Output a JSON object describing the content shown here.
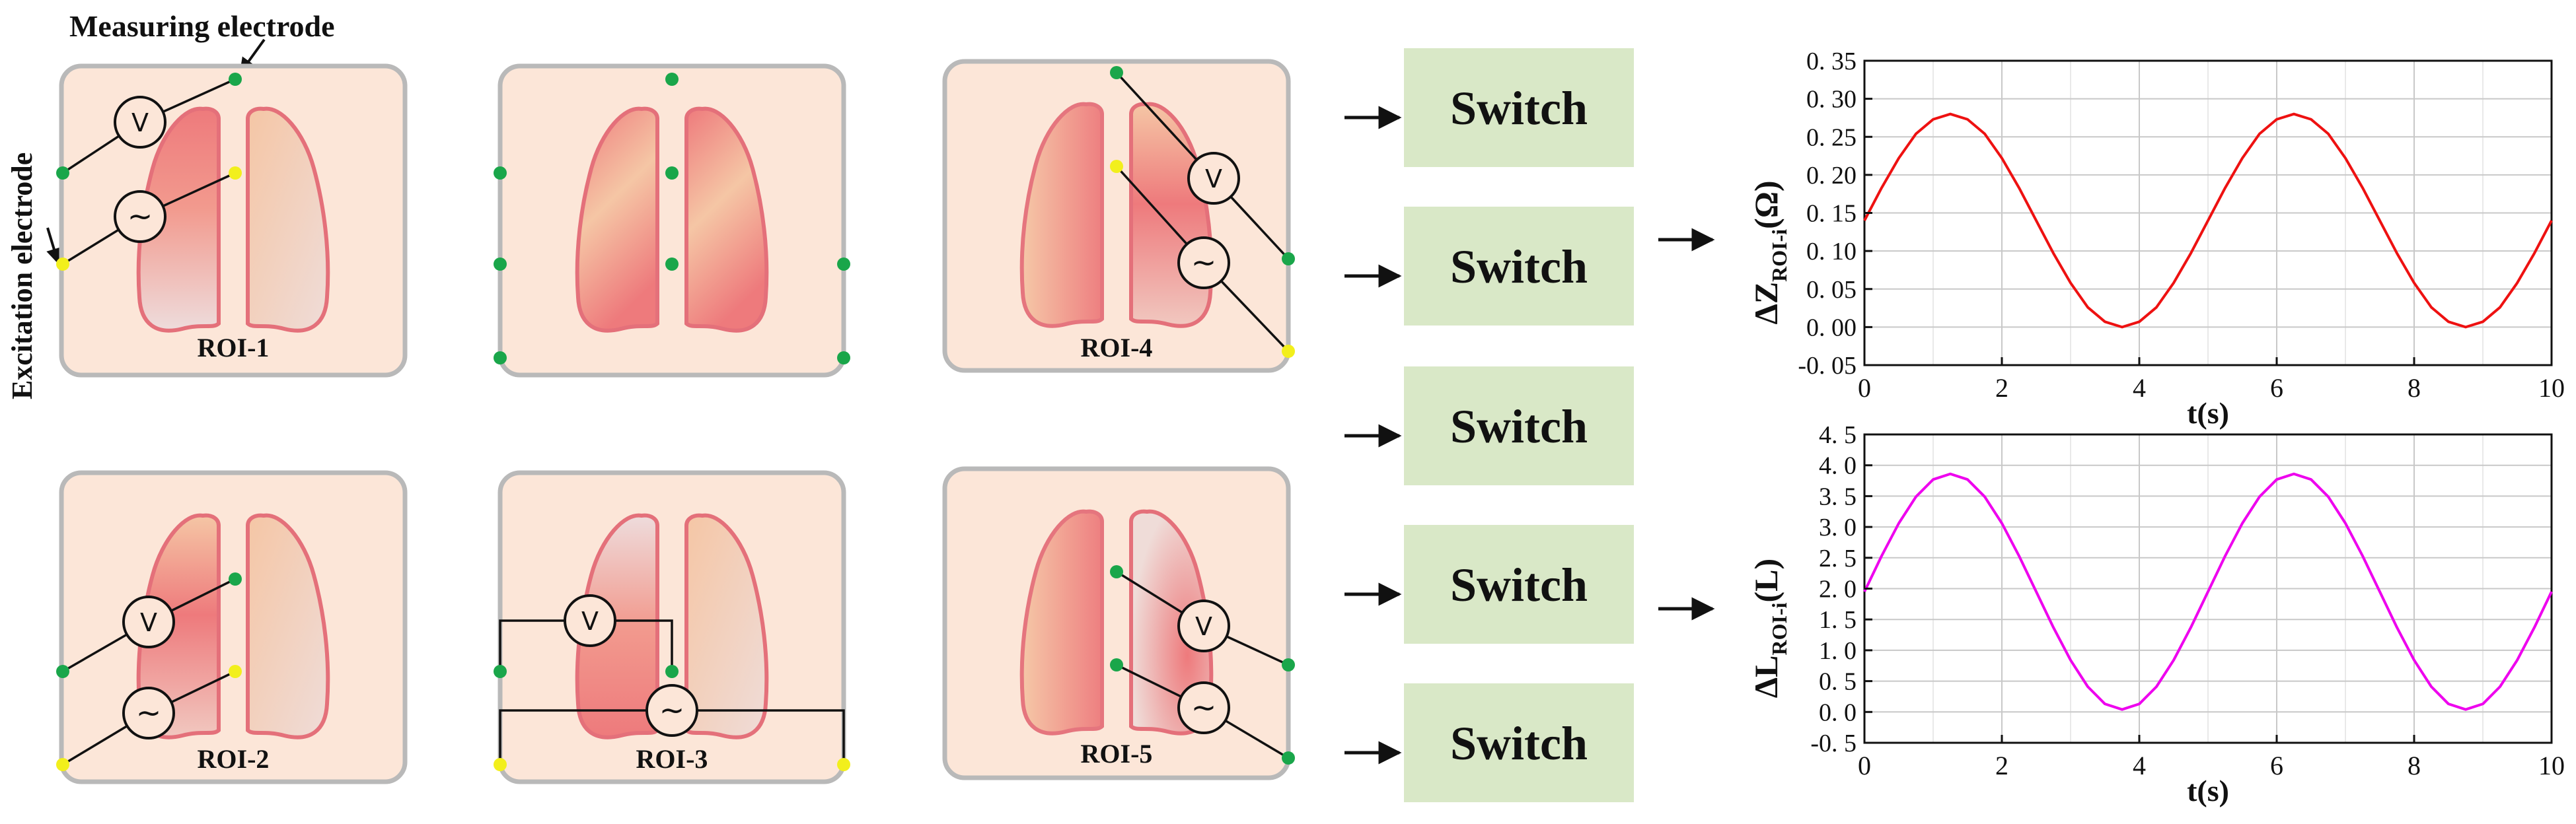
{
  "annotations": {
    "measuring_electrode": "Measuring electrode",
    "excitation_electrode": "Excitation electrode"
  },
  "rois": [
    {
      "label": "ROI-1"
    },
    {
      "label": "ROI-2"
    },
    {
      "label": "ROI-3"
    },
    {
      "label": "ROI-4"
    },
    {
      "label": "ROI-5"
    }
  ],
  "meters": {
    "voltmeter": "V",
    "source": "~"
  },
  "switches": [
    "Switch",
    "Switch",
    "Switch",
    "Switch",
    "Switch"
  ],
  "colors": {
    "panel_fill": "#fce6d8",
    "panel_border": "#b9b9b9",
    "lung_outline": "#e4707a",
    "lung_light": "#f5c6a5",
    "lung_dark": "#ee7a7c",
    "measuring_electrode": "#1aa64a",
    "excitation_electrode": "#f2ef1c",
    "switch_fill": "#d9e8c7",
    "impedance_line": "#ee1111",
    "volume_line": "#ee00ee"
  },
  "chart_data": [
    {
      "type": "line",
      "title": "",
      "xlabel": "t(s)",
      "ylabel_main": "ΔZ",
      "ylabel_sub": "ROI-i",
      "ylabel_unit": "(Ω)",
      "xlim": [
        0,
        10
      ],
      "ylim": [
        -0.05,
        0.35
      ],
      "xticks": [
        "0",
        "2",
        "4",
        "6",
        "8",
        "10"
      ],
      "yticks": [
        "-0. 05",
        "0. 00",
        "0. 05",
        "0. 10",
        "0. 15",
        "0. 20",
        "0. 25",
        "0. 30",
        "0. 35"
      ],
      "grid": true,
      "series": [
        {
          "color": "#ee1111",
          "x": [
            0,
            0.25,
            0.5,
            0.75,
            1,
            1.25,
            1.5,
            1.75,
            2,
            2.25,
            2.5,
            2.75,
            3,
            3.25,
            3.5,
            3.75,
            4,
            4.25,
            4.5,
            4.75,
            5,
            5.25,
            5.5,
            5.75,
            6,
            6.25,
            6.5,
            6.75,
            7,
            7.25,
            7.5,
            7.75,
            8,
            8.25,
            8.5,
            8.75,
            9,
            9.25,
            9.5,
            9.75,
            10
          ],
          "y": [
            0.14,
            0.183,
            0.222,
            0.254,
            0.273,
            0.28,
            0.273,
            0.254,
            0.222,
            0.183,
            0.14,
            0.097,
            0.058,
            0.026,
            0.007,
            0.0,
            0.007,
            0.026,
            0.058,
            0.097,
            0.14,
            0.183,
            0.222,
            0.254,
            0.273,
            0.28,
            0.273,
            0.254,
            0.222,
            0.183,
            0.14,
            0.097,
            0.058,
            0.026,
            0.007,
            0.0,
            0.007,
            0.026,
            0.058,
            0.097,
            0.14
          ]
        }
      ]
    },
    {
      "type": "line",
      "title": "",
      "xlabel": "t(s)",
      "ylabel_main": "ΔL",
      "ylabel_sub": "ROI-i",
      "ylabel_unit": "(L)",
      "xlim": [
        0,
        10
      ],
      "ylim": [
        -0.5,
        4.5
      ],
      "xticks": [
        "0",
        "2",
        "4",
        "6",
        "8",
        "10"
      ],
      "yticks": [
        "-0. 5",
        "0. 0",
        "0. 5",
        "1. 0",
        "1. 5",
        "2. 0",
        "2. 5",
        "3. 0",
        "3. 5",
        "4. 0",
        "4. 5"
      ],
      "grid": true,
      "series": [
        {
          "color": "#ee00ee",
          "x": [
            0,
            0.25,
            0.5,
            0.75,
            1,
            1.25,
            1.5,
            1.75,
            2,
            2.25,
            2.5,
            2.75,
            3,
            3.25,
            3.5,
            3.75,
            4,
            4.25,
            4.5,
            4.75,
            5,
            5.25,
            5.5,
            5.75,
            6,
            6.25,
            6.5,
            6.75,
            7,
            7.25,
            7.5,
            7.75,
            8,
            8.25,
            8.5,
            8.75,
            9,
            9.25,
            9.5,
            9.75,
            10
          ],
          "y": [
            1.95,
            2.53,
            3.06,
            3.49,
            3.77,
            3.86,
            3.77,
            3.49,
            3.06,
            2.53,
            1.95,
            1.37,
            0.84,
            0.41,
            0.13,
            0.04,
            0.13,
            0.41,
            0.84,
            1.37,
            1.95,
            2.53,
            3.06,
            3.49,
            3.77,
            3.86,
            3.77,
            3.49,
            3.06,
            2.53,
            1.95,
            1.37,
            0.84,
            0.41,
            0.13,
            0.04,
            0.13,
            0.41,
            0.84,
            1.37,
            1.95
          ]
        }
      ]
    }
  ]
}
